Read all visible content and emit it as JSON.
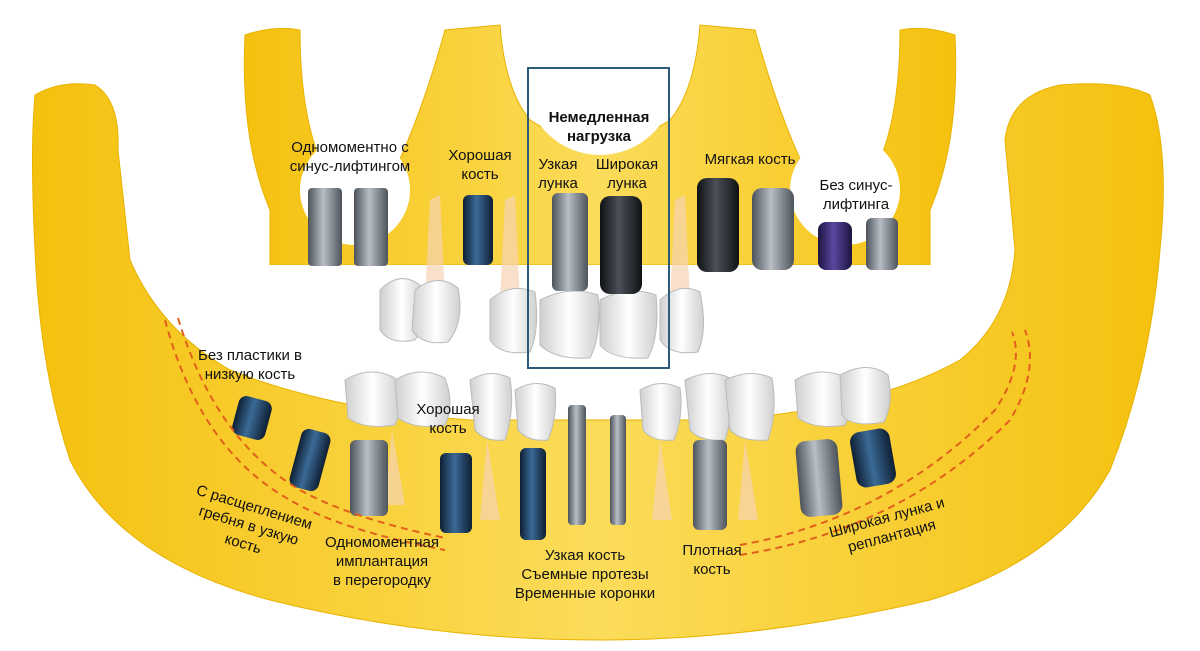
{
  "labels": {
    "sinus_lift": "Одномоментно с\nсинус-лифтингом",
    "good_bone_upper": "Хорошая\nкость",
    "immediate_loading": "Немедленная\nнагрузка",
    "narrow_socket": "Узкая\nлунка",
    "wide_socket": "Широкая\nлунка",
    "soft_bone": "Мягкая  кость",
    "no_sinus_lift": "Без синус-\nлифтинга",
    "no_grafting": "Без пластики в\nнизкую кость",
    "good_bone_lower": "Хорошая\nкость",
    "ridge_split": "С расщеплением\nгребня в узкую\nкость",
    "septum_implant": "Одномоментная\nимплантация\nв перегородку",
    "narrow_bone": "Узкая кость\nСъемные протезы\nВременные коронки",
    "dense_bone": "Плотная\nкость",
    "wide_socket_replant": "Широкая лунка и\nреплантация"
  },
  "colors": {
    "bone": "#f7c918",
    "bone_light": "#fbe27a",
    "tooth": "#f2f2f2",
    "root": "#f6d3b3",
    "implant_grey": "#7d8690",
    "implant_dark": "#23262b",
    "implant_blue": "#1c3b5e",
    "implant_purple": "#3a2a6e",
    "highlight_box": "#2c5a7a",
    "dashed_line": "#e0601c"
  }
}
